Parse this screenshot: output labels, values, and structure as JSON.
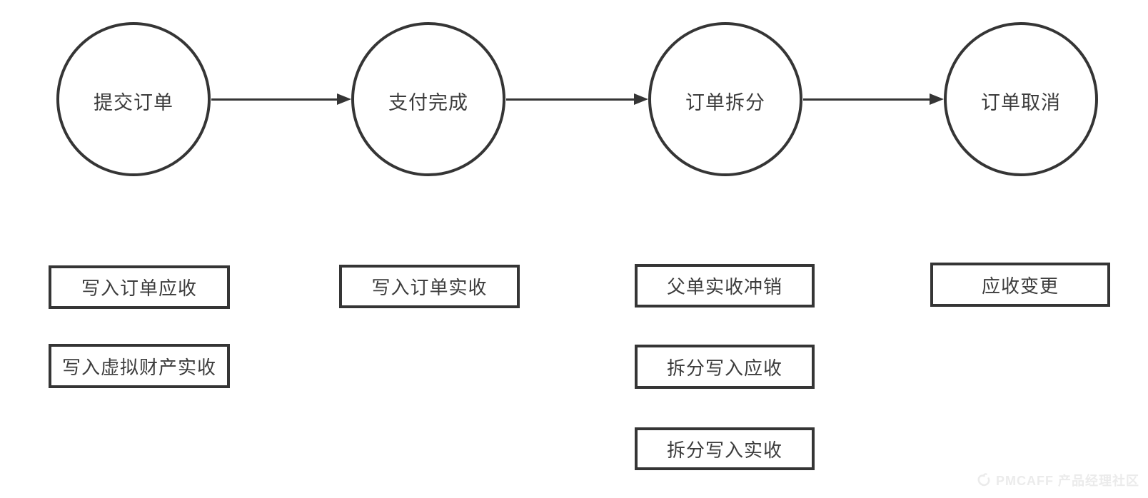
{
  "diagram": {
    "background_color": "#ffffff",
    "stroke_color": "#353535",
    "text_color": "#3c3c3c",
    "nodes": [
      {
        "id": "submit-order",
        "label": "提交订单"
      },
      {
        "id": "payment-done",
        "label": "支付完成"
      },
      {
        "id": "order-split",
        "label": "订单拆分"
      },
      {
        "id": "order-cancel",
        "label": "订单取消"
      }
    ],
    "arrows": [
      {
        "from": "提交订单",
        "to": "支付完成"
      },
      {
        "from": "支付完成",
        "to": "订单拆分"
      },
      {
        "from": "订单拆分",
        "to": "订单取消"
      }
    ],
    "boxes": [
      {
        "column": 1,
        "label": "写入订单应收"
      },
      {
        "column": 1,
        "label": "写入虚拟财产实收"
      },
      {
        "column": 2,
        "label": "写入订单实收"
      },
      {
        "column": 3,
        "label": "父单实收冲销"
      },
      {
        "column": 3,
        "label": "拆分写入应收"
      },
      {
        "column": 3,
        "label": "拆分写入实收"
      },
      {
        "column": 4,
        "label": "应收变更"
      }
    ],
    "watermark": {
      "text": "PMCAFF 产品经理社区",
      "color": "#ebebeb"
    }
  }
}
